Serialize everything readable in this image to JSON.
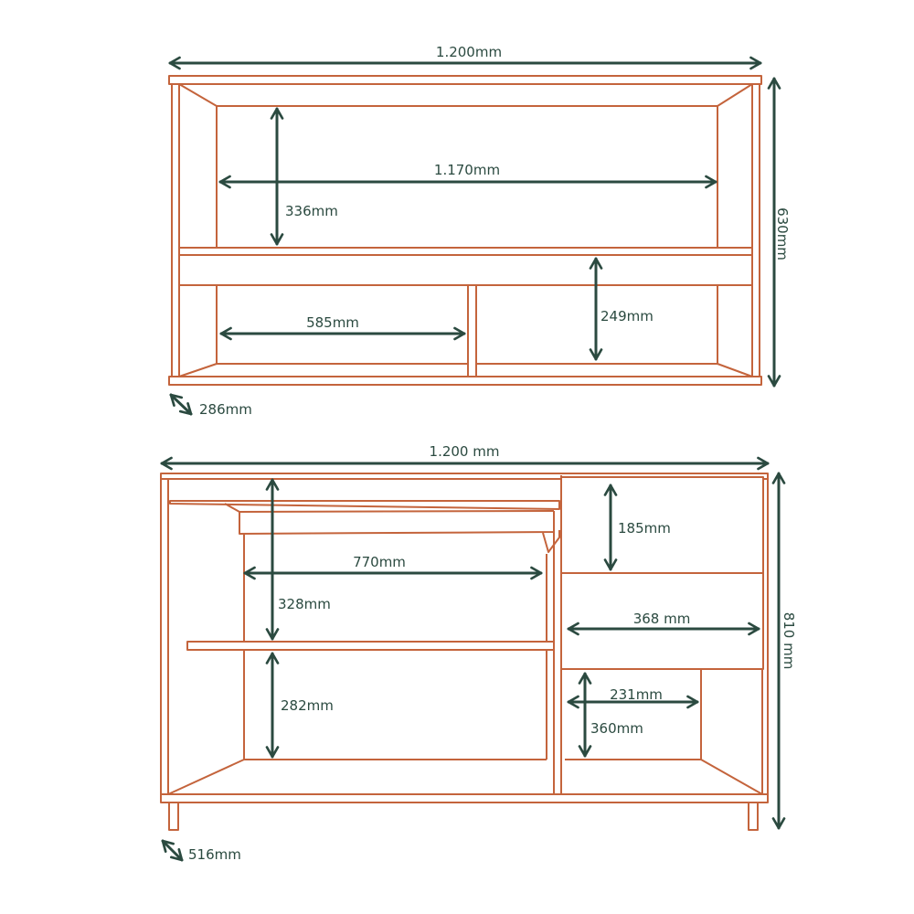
{
  "colors": {
    "furniture_outline": "#c4643c",
    "dimension_lines": "#2b4a40",
    "background": "#ffffff"
  },
  "top_unit": {
    "width_label": "1.200mm",
    "height_label": "630mm",
    "depth_label": "286mm",
    "inner_width_label": "1.170mm",
    "upper_compartment_height_label": "336mm",
    "lower_compartment_width_label": "585mm",
    "lower_compartment_height_label": "249mm"
  },
  "bottom_unit": {
    "width_label": "1.200 mm",
    "height_label": "810 mm",
    "depth_label": "516mm",
    "open_compartment_width_label": "770mm",
    "upper_shelf_space_label": "328mm",
    "lower_shelf_space_label": "282mm",
    "drawer_height_label": "185mm",
    "drawer_width_label": "368 mm",
    "small_compartment_width_label": "231mm",
    "small_compartment_height_label": "360mm"
  }
}
